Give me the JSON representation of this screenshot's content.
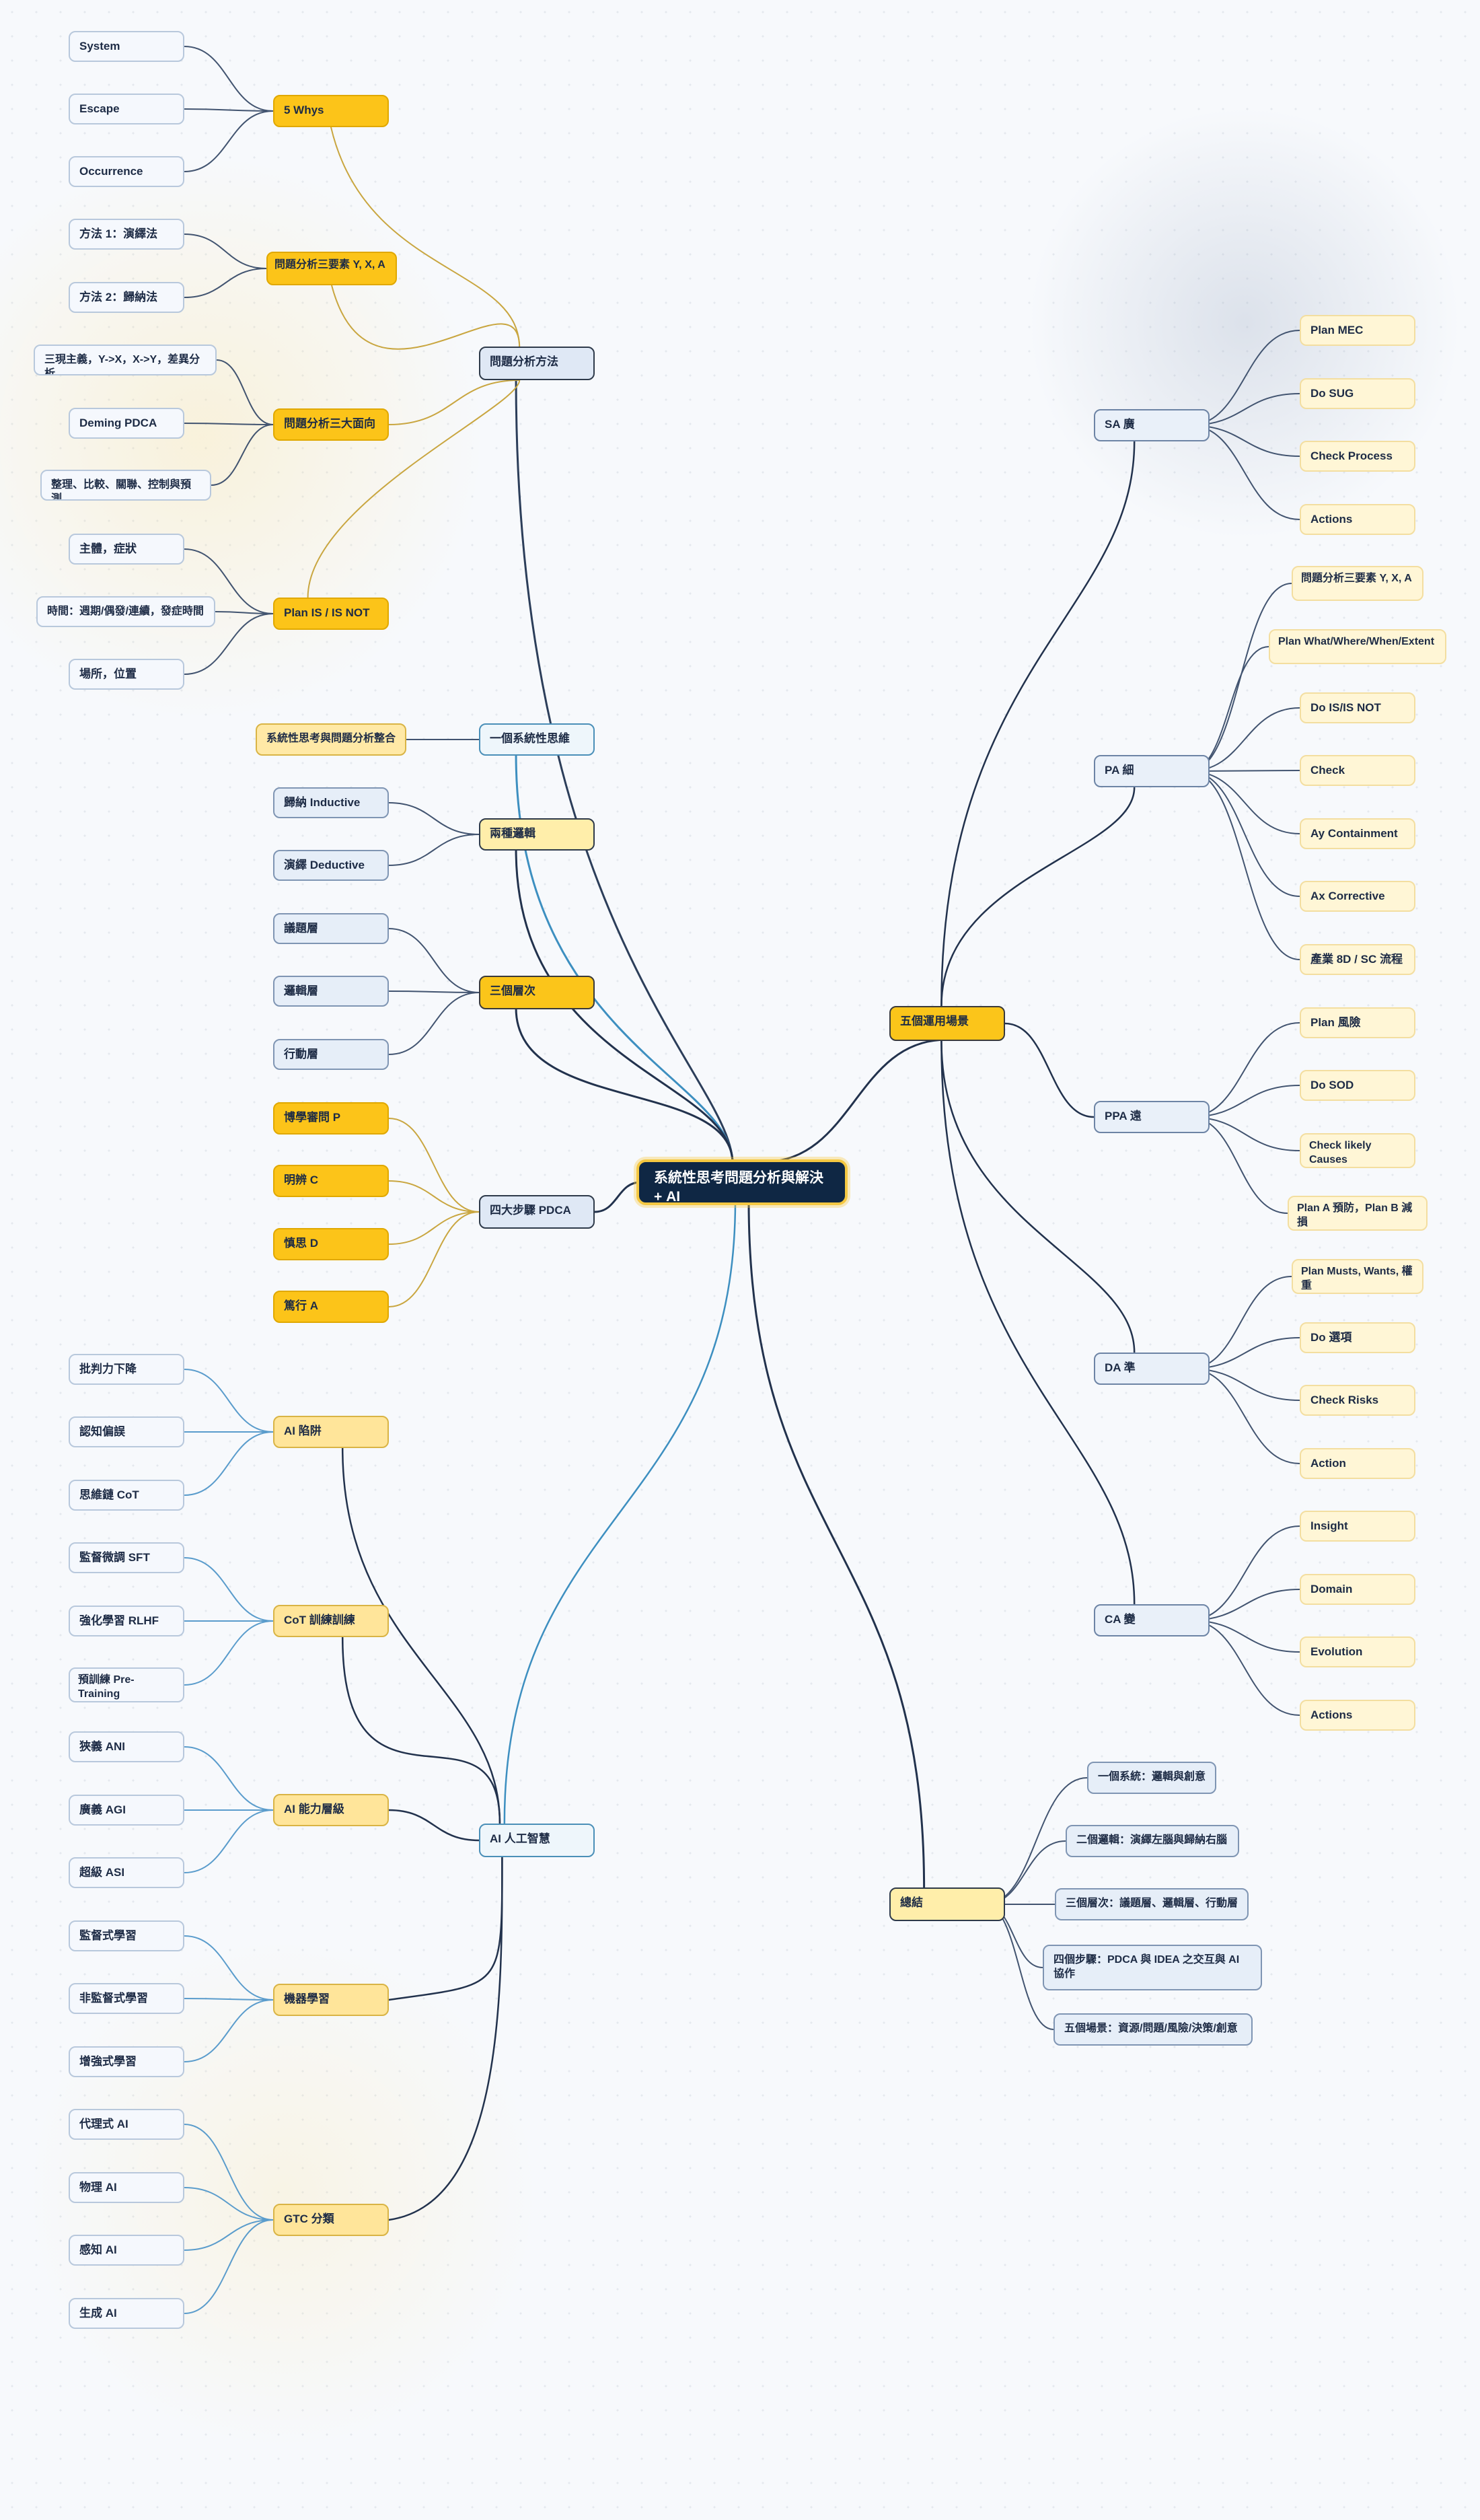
{
  "root": "系統性思考問題分析與解決 + AI",
  "branches": {
    "problem_methods": {
      "label": "問題分析方法",
      "five_whys": {
        "label": "5 Whys",
        "items": [
          "System",
          "Escape",
          "Occurrence"
        ]
      },
      "three_elements": {
        "label": "問題分析三要素 Y, X, A",
        "items": [
          "方法 1：演繹法",
          "方法 2：歸納法"
        ]
      },
      "three_aspects": {
        "label": "問題分析三大面向",
        "items": [
          "三現主義，Y->X，X->Y，差異分析",
          "Deming PDCA",
          "整理、比較、關聯、控制與預測"
        ]
      },
      "is_not": {
        "label": "Plan IS / IS NOT",
        "items": [
          "主體，症狀",
          "時間：週期/偶發/連續，發症時間",
          "場所，位置"
        ]
      }
    },
    "one_system": {
      "label": "一個系統性思維",
      "items": [
        "系統性思考與問題分析整合"
      ]
    },
    "two_logic": {
      "label": "兩種邏輯",
      "items": [
        "歸納 Inductive",
        "演繹 Deductive"
      ]
    },
    "three_levels": {
      "label": "三個層次",
      "items": [
        "議題層",
        "邏輯層",
        "行動層"
      ]
    },
    "four_steps": {
      "label": "四大步驟 PDCA",
      "items": [
        "博學審問 P",
        "明辨 C",
        "慎思 D",
        "篤行 A"
      ]
    },
    "ai": {
      "label": "AI 人工智慧",
      "traps": {
        "label": "AI 陷阱",
        "items": [
          "批判力下降",
          "認知偏誤",
          "思維鏈 CoT"
        ]
      },
      "cot_training": {
        "label": "CoT 訓練訓練",
        "items": [
          "監督微調 SFT",
          "強化學習 RLHF",
          "預訓練 Pre-Training"
        ]
      },
      "capability": {
        "label": "AI 能力層級",
        "items": [
          "狹義 ANI",
          "廣義 AGI",
          "超級 ASI"
        ]
      },
      "ml": {
        "label": "機器學習",
        "items": [
          "監督式學習",
          "非監督式學習",
          "增強式學習"
        ]
      },
      "gtc": {
        "label": "GTC 分類",
        "items": [
          "代理式 AI",
          "物理 AI",
          "感知 AI",
          "生成 AI"
        ]
      }
    },
    "five_scenes": {
      "label": "五個運用場景",
      "sa": {
        "label": "SA 廣",
        "items": [
          "Plan MEC",
          "Do SUG",
          "Check Process",
          "Actions"
        ]
      },
      "pa": {
        "label": "PA 細",
        "items": [
          "問題分析三要素 Y, X, A",
          "Plan What/Where/When/Extent",
          "Do IS/IS NOT",
          "Check",
          "Ay Containment",
          "Ax Corrective",
          "產業 8D / SC 流程"
        ]
      },
      "ppa": {
        "label": "PPA 遠",
        "items": [
          "Plan 風險",
          "Do SOD",
          "Check likely Causes",
          "Plan A 預防，Plan B 減損"
        ]
      },
      "da": {
        "label": "DA 準",
        "items": [
          "Plan Musts, Wants, 權重",
          "Do 選項",
          "Check Risks",
          "Action"
        ]
      },
      "ca": {
        "label": "CA 變",
        "items": [
          "Insight",
          "Domain",
          "Evolution",
          "Actions"
        ]
      }
    },
    "summary": {
      "label": "總結",
      "items": [
        "一個系統：邏輯與創意",
        "二個邏輯：演繹左腦與歸納右腦",
        "三個層次：議題層、邏輯層、行動層",
        "四個步驟：PDCA 與 IDEA 之交互與 AI 協作",
        "五個場景：資源/問題/風險/決策/創意"
      ]
    }
  }
}
